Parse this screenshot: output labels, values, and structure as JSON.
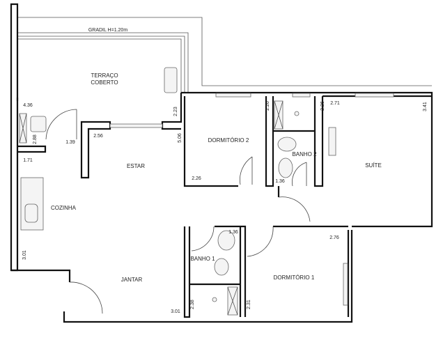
{
  "plan": {
    "railing_label": "GRADIL H=1.20m",
    "rooms": {
      "terraco_1": "TERRAÇO",
      "terraco_2": "COBERTO",
      "estar": "ESTAR",
      "dormitorio2": "DORMITÓRIO 2",
      "banho2": "BANHO 2",
      "suite": "SUÍTE",
      "cozinha": "COZINHA",
      "banho1": "BANHO 1",
      "jantar": "JANTAR",
      "dormitorio1": "DORMITÓRIO 1"
    },
    "dimensions": {
      "d436": "4.36",
      "d288": "2.88",
      "d139": "1.39",
      "d256": "2.56",
      "d171": "1.71",
      "d506": "5.06",
      "d223": "2.23",
      "d226a": "2.26",
      "d226b": "2.26",
      "d226c": "2.26",
      "d271": "2.71",
      "d341": "3.41",
      "d136a": "1.36",
      "d301a": "3.01",
      "d136b": "1.36",
      "d276": "2.76",
      "d301b": "3.01",
      "d238": "2.38",
      "d231": "2.31"
    }
  }
}
